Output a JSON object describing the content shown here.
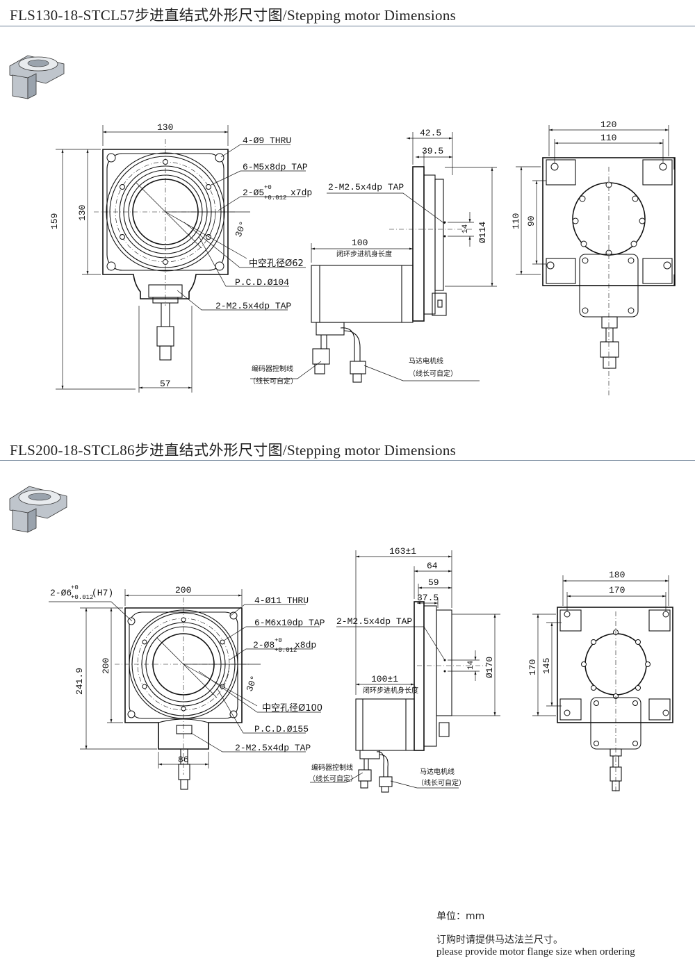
{
  "sections": [
    {
      "title": "FLS130-18-STCL57步进直结式外形尺寸图/Stepping motor Dimensions",
      "front": {
        "width_top": "130",
        "height_left_outer": "159",
        "height_left_inner": "130",
        "bottom_width": "57",
        "callouts": [
          "4-Ø9 THRU",
          "6-M5x8dp TAP",
          "2-Ø5",
          "+0",
          "+0.012",
          "x7dp",
          "中空孔径Ø62",
          "P.C.D.Ø104",
          "2-M2.5x4dp TAP"
        ],
        "angle": "30°"
      },
      "side": {
        "dims_top": [
          "42.5",
          "39.5"
        ],
        "tap": "2-M2.5x4dp TAP",
        "dia": "Ø114",
        "small": "14",
        "body_len": "100",
        "body_len_cn": "闭环步进机身长度",
        "encoder_cable": [
          "编码器控制线",
          "（线长可自定）"
        ],
        "motor_cable": [
          "马达电机线",
          "（线长可自定）"
        ]
      },
      "back": {
        "width_outer": "120",
        "width_inner": "110",
        "height_outer": "110",
        "height_inner": "90"
      }
    },
    {
      "title": "FLS200-18-STCL86步进直结式外形尺寸图/Stepping motor Dimensions",
      "front": {
        "width_top": "200",
        "height_left_outer": "241.9",
        "height_left_inner": "200",
        "bottom_width": "86",
        "callouts": [
          "2-Ø6",
          "+0",
          "+0.012",
          "(H7)",
          "4-Ø11 THRU",
          "6-M6x10dp TAP",
          "2-Ø8",
          "+0",
          "+0.012",
          "x8dp",
          "中空孔径Ø100",
          "P.C.D.Ø155",
          "2-M2.5x4dp TAP"
        ],
        "angle": "30°"
      },
      "side": {
        "dims_top": [
          "163±1",
          "64",
          "59",
          "37.5"
        ],
        "tap": "2-M2.5x4dp TAP",
        "dia": "Ø170",
        "small": "14",
        "body_len": "100±1",
        "body_len_cn": "闭环步进机身长度",
        "encoder_cable": [
          "编码器控制线",
          "（线长可自定）"
        ],
        "motor_cable": [
          "马达电机线",
          "（线长可自定）"
        ]
      },
      "back": {
        "width_outer": "180",
        "width_inner": "170",
        "height_outer": "170",
        "height_inner": "145"
      }
    }
  ],
  "notes": {
    "unit": "单位：mm",
    "order_cn": "订购时请提供马达法兰尺寸。",
    "order_en": "please provide motor flange size when ordering"
  }
}
